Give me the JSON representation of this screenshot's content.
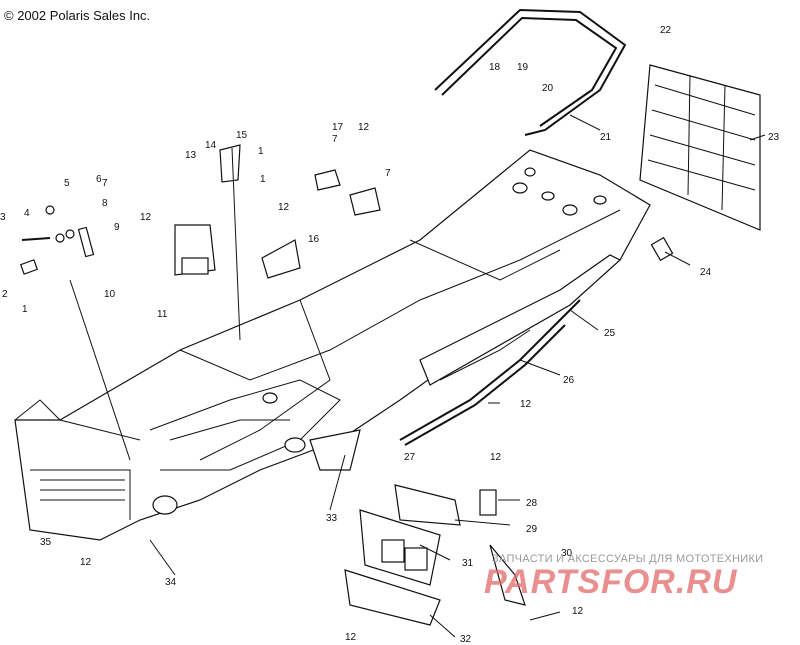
{
  "header": {
    "copyright": "© 2002 Polaris Sales Inc."
  },
  "watermark": {
    "subtitle": "ЗАПЧАСТИ И АКСЕССУАРЫ ДЛЯ МОТОТЕХНИКИ",
    "logo": "PARTSFOR.RU",
    "color": "#e36a6a"
  },
  "callouts": [
    "1",
    "1",
    "1",
    "2",
    "3",
    "4",
    "5",
    "6",
    "7",
    "7",
    "7",
    "8",
    "9",
    "10",
    "11",
    "12",
    "12",
    "12",
    "12",
    "12",
    "12",
    "12",
    "12",
    "13",
    "14",
    "15",
    "16",
    "17",
    "18",
    "19",
    "20",
    "21",
    "22",
    "23",
    "24",
    "25",
    "26",
    "27",
    "28",
    "29",
    "30",
    "31",
    "32",
    "33",
    "34",
    "35"
  ]
}
